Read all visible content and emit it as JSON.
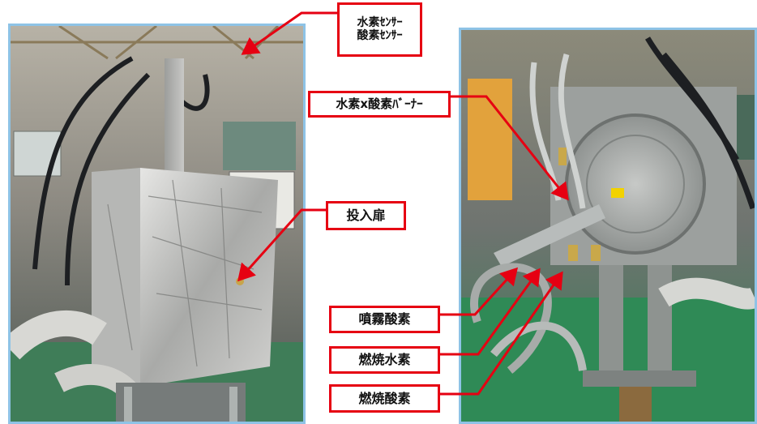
{
  "labels": {
    "hydrogen_sensor": "水素ｾﾝｻｰ",
    "oxygen_sensor": "酸素ｾﾝｻｰ",
    "burner": "水素x酸素ﾊﾞｰﾅｰ",
    "inlet_door": "投入扉",
    "spray_oxygen": "噴霧酸素",
    "combustion_hydrogen": "燃焼水素",
    "combustion_oxygen": "燃焼酸素"
  },
  "colors": {
    "label_border": "#e60012",
    "arrow": "#e60012",
    "photo_border": "#8ec3e6"
  }
}
